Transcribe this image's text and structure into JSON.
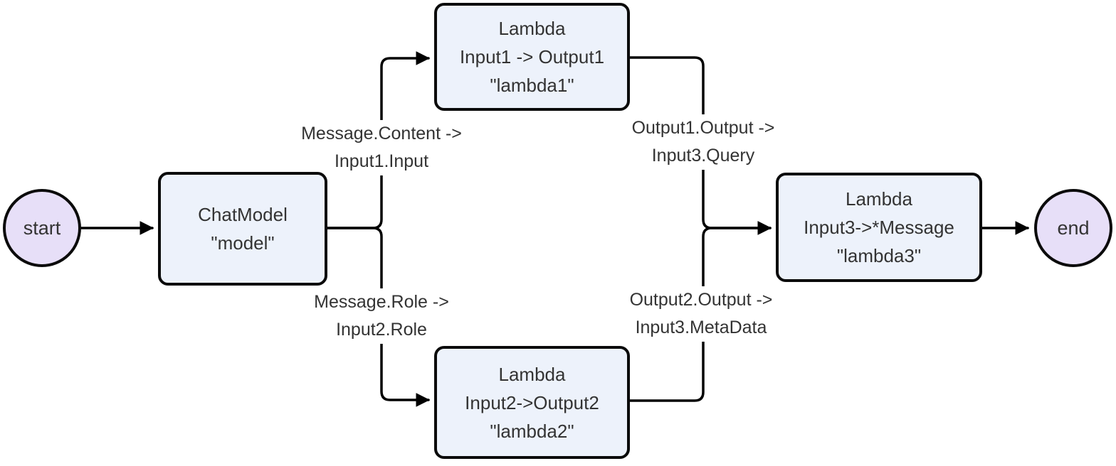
{
  "diagram": {
    "type": "flowchart",
    "background_color": "#ffffff",
    "box_fill_color": "#edf2fb",
    "circle_fill_color": "#e7dff8",
    "stroke_color": "#000000",
    "text_color": "#333333"
  },
  "nodes": {
    "start": {
      "label": "start"
    },
    "chatmodel": {
      "line1": "ChatModel",
      "line2": "\"model\""
    },
    "lambda1": {
      "line1": "Lambda",
      "line2": "Input1 -> Output1",
      "line3": "\"lambda1\""
    },
    "lambda2": {
      "line1": "Lambda",
      "line2": "Input2->Output2",
      "line3": "\"lambda2\""
    },
    "lambda3": {
      "line1": "Lambda",
      "line2": "Input3->*Message",
      "line3": "\"lambda3\""
    },
    "end": {
      "label": "end"
    }
  },
  "edge_labels": {
    "content_to_input1": {
      "line1": "Message.Content ->",
      "line2": "Input1.Input"
    },
    "output1_to_query": {
      "line1": "Output1.Output ->",
      "line2": "Input3.Query"
    },
    "role_to_input2": {
      "line1": "Message.Role ->",
      "line2": "Input2.Role"
    },
    "output2_to_metadata": {
      "line1": "Output2.Output ->",
      "line2": "Input3.MetaData"
    }
  }
}
